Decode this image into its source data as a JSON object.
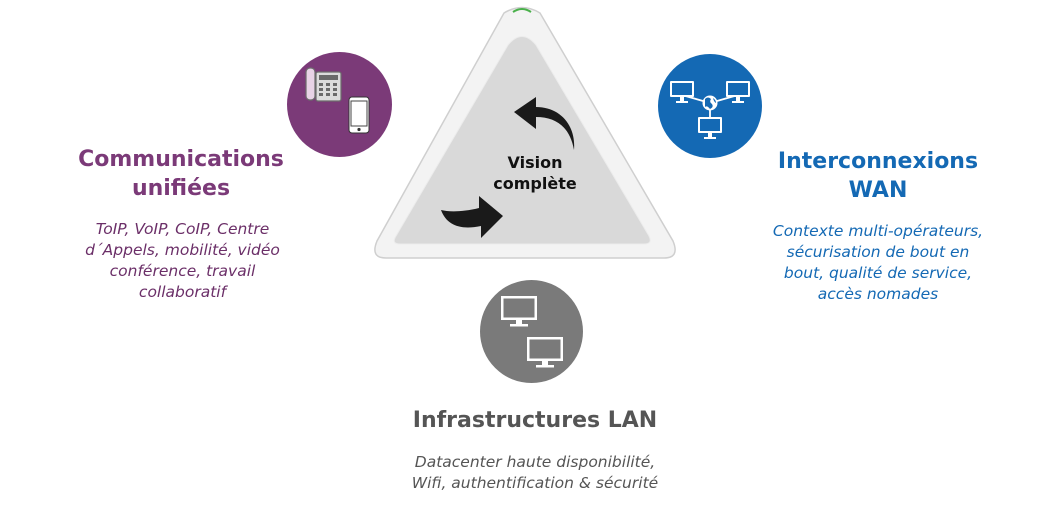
{
  "center": {
    "line1": "Vision",
    "line2": "complète"
  },
  "communications": {
    "title_line1": "Communications",
    "title_line2": "unifiées",
    "desc_line1": "ToIP, VoIP, CoIP, Centre",
    "desc_line2": "d´Appels, mobilité, vidéo",
    "desc_line3": "conférence, travail",
    "desc_line4": "collaboratif",
    "icons": [
      "desk-phone-icon",
      "smartphone-icon"
    ],
    "color": "#7b3a78"
  },
  "wan": {
    "title_line1": "Interconnexions",
    "title_line2": "WAN",
    "desc_line1": "Contexte multi-opérateurs,",
    "desc_line2": "sécurisation de bout en",
    "desc_line3": "bout, qualité de service,",
    "desc_line4": "accès nomades",
    "icons": [
      "network-icon"
    ],
    "color": "#1469b4"
  },
  "lan": {
    "title": "Infrastructures LAN",
    "desc_line1": "Datacenter haute disponibilité,",
    "desc_line2": "Wifi, authentification & sécurité",
    "icons": [
      "monitor-icon",
      "monitor-icon"
    ],
    "color": "#7a7a7a"
  }
}
